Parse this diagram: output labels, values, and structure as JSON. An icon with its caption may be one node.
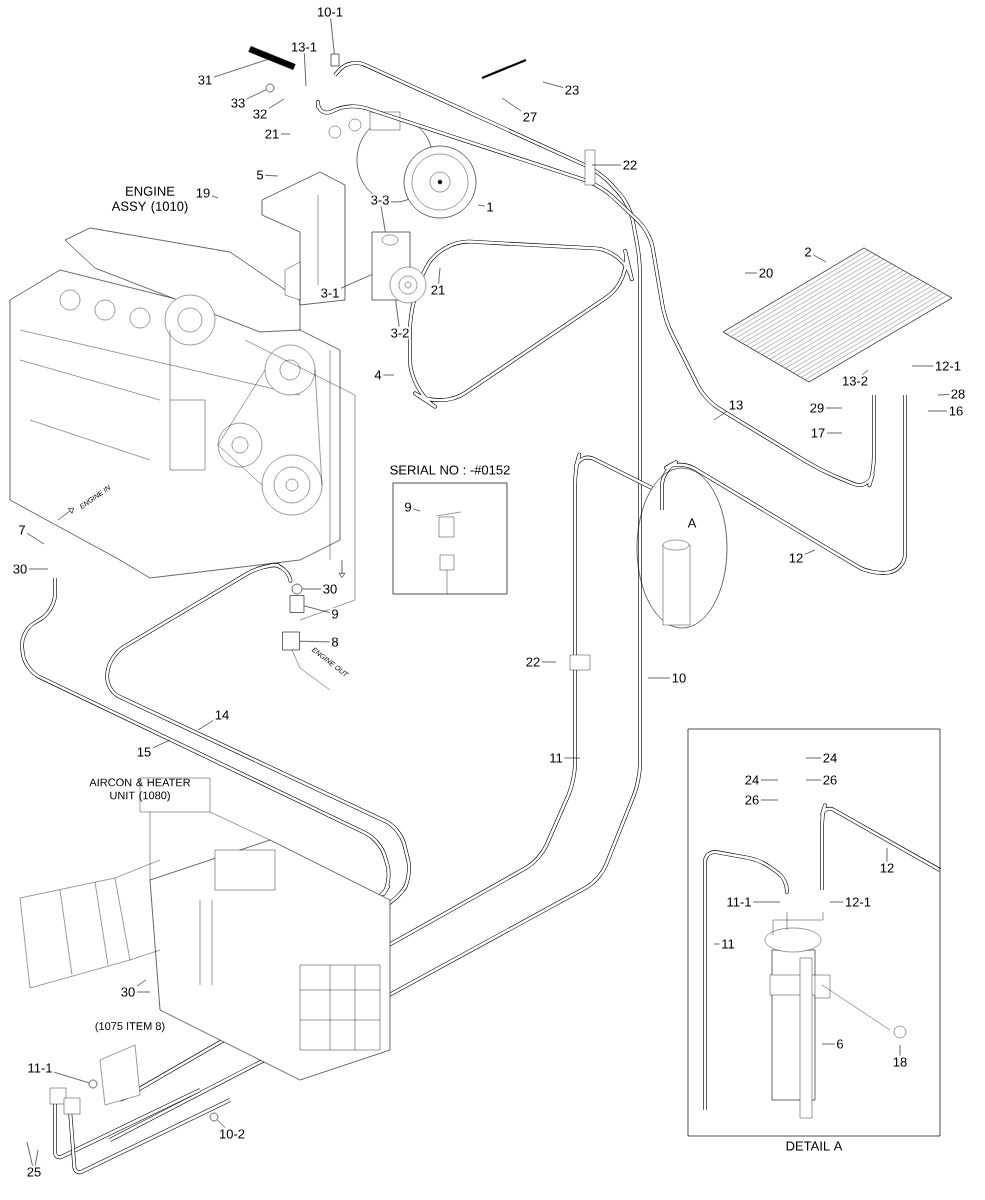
{
  "diagram": {
    "nodes": [
      {
        "text": [
          "10-1"
        ]
      },
      {
        "text": [
          "13-1"
        ]
      },
      {
        "text": [
          "31"
        ]
      },
      {
        "text": [
          "33"
        ]
      },
      {
        "text": [
          "32"
        ]
      },
      {
        "text": [
          "23"
        ]
      },
      {
        "text": [
          "27"
        ]
      },
      {
        "text": [
          "21"
        ]
      },
      {
        "text": [
          "22"
        ]
      },
      {
        "text": [
          "1"
        ]
      },
      {
        "text": [
          "5"
        ]
      },
      {
        "text": [
          "19"
        ]
      },
      {
        "text": [
          "3-3"
        ]
      },
      {
        "text": [
          "21"
        ]
      },
      {
        "text": [
          "3-1"
        ]
      },
      {
        "text": [
          "3-2"
        ]
      },
      {
        "text": [
          "4"
        ]
      },
      {
        "text": [
          "2"
        ]
      },
      {
        "text": [
          "20"
        ]
      },
      {
        "text": [
          "12-1"
        ]
      },
      {
        "text": [
          "13-2"
        ]
      },
      {
        "text": [
          "28"
        ]
      },
      {
        "text": [
          "29"
        ]
      },
      {
        "text": [
          "16"
        ]
      },
      {
        "text": [
          "17"
        ]
      },
      {
        "text": [
          "13"
        ]
      },
      {
        "text": [
          "SERIAL NO : -#0152"
        ]
      },
      {
        "text": [
          "9"
        ],
        "in": 26
      },
      {
        "text": [
          "12"
        ]
      },
      {
        "text": [
          "7"
        ]
      },
      {
        "text": [
          "30"
        ]
      },
      {
        "text": [
          "30"
        ]
      },
      {
        "text": [
          "9"
        ]
      },
      {
        "text": [
          "8"
        ]
      },
      {
        "text": [
          "22"
        ]
      },
      {
        "text": [
          "10"
        ]
      },
      {
        "text": [
          "14"
        ]
      },
      {
        "text": [
          "15"
        ]
      },
      {
        "text": [
          "11"
        ]
      },
      {
        "text": [
          "DETAIL A"
        ]
      },
      {
        "text": [
          "24"
        ],
        "in": 39
      },
      {
        "text": [
          "24"
        ],
        "in": 39
      },
      {
        "text": [
          "26"
        ],
        "in": 39
      },
      {
        "text": [
          "26"
        ],
        "in": 39
      },
      {
        "text": [
          "12"
        ],
        "in": 39
      },
      {
        "text": [
          "11-1"
        ],
        "in": 39
      },
      {
        "text": [
          "12-1"
        ],
        "in": 39
      },
      {
        "text": [
          "11"
        ],
        "in": 39
      },
      {
        "text": [
          "30"
        ]
      },
      {
        "text": [
          "6"
        ],
        "in": 39
      },
      {
        "text": [
          "18"
        ],
        "in": 39
      },
      {
        "text": [
          "11-1"
        ]
      },
      {
        "text": [
          "10-2"
        ]
      },
      {
        "text": [
          "25"
        ]
      },
      {
        "text": [],
        "shape": "circle"
      },
      {
        "text": [],
        "shape": "circle"
      },
      {
        "text": [],
        "shape": "box"
      },
      {
        "text": [],
        "shape": "bar"
      },
      {
        "text": [],
        "shape": "circle"
      },
      {
        "text": [],
        "shape": "picture"
      },
      {
        "text": [],
        "shape": "circle"
      },
      {
        "text": [],
        "shape": "box"
      },
      {
        "text": [],
        "shape": "box"
      }
    ],
    "edges": [
      {
        "from": 0,
        "to": 56,
        "arrow": "none"
      },
      {
        "from": 1,
        "to": null,
        "arrow": "none"
      },
      {
        "from": 2,
        "to": 57,
        "arrow": "none"
      },
      {
        "from": 3,
        "to": 58,
        "arrow": "none"
      },
      {
        "from": 4,
        "to": null,
        "arrow": "none"
      },
      {
        "from": 5,
        "to": null,
        "arrow": "none"
      },
      {
        "from": 6,
        "to": null,
        "arrow": "none"
      },
      {
        "from": 7,
        "to": null,
        "arrow": "none"
      },
      {
        "from": 8,
        "to": null,
        "arrow": "none"
      },
      {
        "from": 9,
        "to": null,
        "arrow": "none"
      },
      {
        "from": 10,
        "to": null,
        "arrow": "none"
      },
      {
        "from": 11,
        "to": null,
        "arrow": "none"
      },
      {
        "from": 12,
        "to": 59,
        "arrow": "none"
      },
      {
        "from": 13,
        "to": null,
        "arrow": "none"
      },
      {
        "from": 14,
        "to": 59,
        "arrow": "none"
      },
      {
        "from": 15,
        "to": 59,
        "arrow": "none"
      },
      {
        "from": 16,
        "to": null,
        "arrow": "none"
      },
      {
        "from": 17,
        "to": null,
        "arrow": "none"
      },
      {
        "from": 18,
        "to": null,
        "arrow": "none"
      },
      {
        "from": 19,
        "to": null,
        "arrow": "none"
      },
      {
        "from": 20,
        "to": null,
        "arrow": "none"
      },
      {
        "from": 21,
        "to": null,
        "arrow": "none"
      },
      {
        "from": 22,
        "to": null,
        "arrow": "none"
      },
      {
        "from": 23,
        "to": null,
        "arrow": "none"
      },
      {
        "from": 24,
        "to": null,
        "arrow": "none"
      },
      {
        "from": 25,
        "to": null,
        "arrow": "none"
      },
      {
        "from": 27,
        "to": null,
        "arrow": "none"
      },
      {
        "from": 28,
        "to": null,
        "arrow": "none"
      },
      {
        "from": 29,
        "to": null,
        "arrow": "none"
      },
      {
        "from": 30,
        "to": null,
        "arrow": "none"
      },
      {
        "from": 31,
        "to": 60,
        "arrow": "none"
      },
      {
        "from": 32,
        "to": 61,
        "arrow": "none"
      },
      {
        "from": 33,
        "to": 62,
        "arrow": "none"
      },
      {
        "from": 34,
        "to": null,
        "arrow": "none"
      },
      {
        "from": 35,
        "to": null,
        "arrow": "none"
      },
      {
        "from": 36,
        "to": null,
        "arrow": "none"
      },
      {
        "from": 37,
        "to": null,
        "arrow": "none"
      },
      {
        "from": 38,
        "to": null,
        "arrow": "none"
      },
      {
        "from": 40,
        "to": null,
        "arrow": "none"
      },
      {
        "from": 41,
        "to": null,
        "arrow": "none"
      },
      {
        "from": 42,
        "to": null,
        "arrow": "none"
      },
      {
        "from": 43,
        "to": null,
        "arrow": "none"
      },
      {
        "from": 44,
        "to": null,
        "arrow": "none"
      },
      {
        "from": 45,
        "to": null,
        "arrow": "none"
      },
      {
        "from": 46,
        "to": null,
        "arrow": "none"
      },
      {
        "from": 47,
        "to": null,
        "arrow": "none"
      },
      {
        "from": 48,
        "to": null,
        "arrow": "none"
      },
      {
        "from": 48,
        "to": null,
        "arrow": "none"
      },
      {
        "from": 49,
        "to": null,
        "arrow": "none"
      },
      {
        "from": 50,
        "to": null,
        "arrow": "none"
      },
      {
        "from": 51,
        "to": 54,
        "arrow": "none"
      },
      {
        "from": 52,
        "to": 55,
        "arrow": "none"
      },
      {
        "from": 53,
        "to": null,
        "arrow": "none"
      },
      {
        "from": 53,
        "to": null,
        "arrow": "none"
      }
    ],
    "labels": [
      "ENGINE ASSY (1010)",
      "ENGINE IN",
      "A",
      "ENGINE OUT",
      "AIRCON & HEATER UNIT (1080)",
      "(1075 ITEM 8)"
    ]
  }
}
